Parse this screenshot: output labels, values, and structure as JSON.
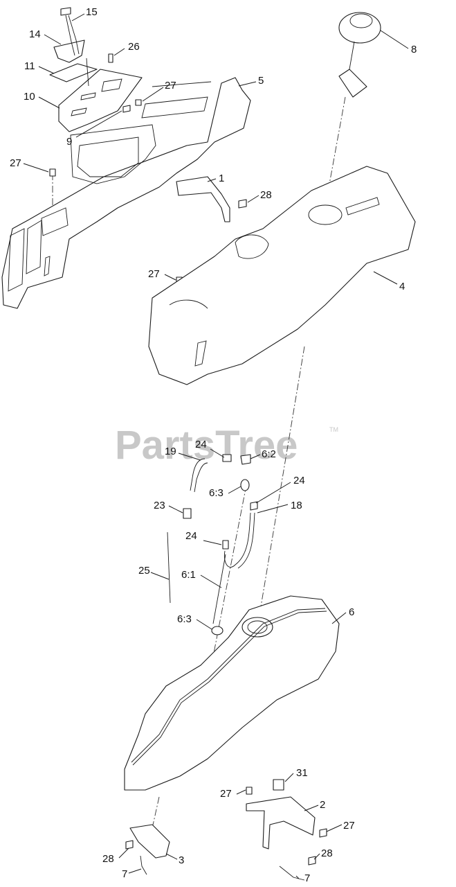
{
  "watermark": {
    "text": "PartsTree",
    "mark": "TM"
  },
  "callouts": {
    "c15": "15",
    "c14": "14",
    "c26": "26",
    "c11": "11",
    "c27a": "27",
    "c5": "5",
    "c10": "10",
    "c9": "9",
    "c27b": "27",
    "c1": "1",
    "c28a": "28",
    "c8": "8",
    "c4": "4",
    "c27c": "27",
    "c24a": "24",
    "c19": "19",
    "c62": "6:2",
    "c63a": "6:3",
    "c24b": "24",
    "c23": "23",
    "c18": "18",
    "c24c": "24",
    "c25": "25",
    "c61": "6:1",
    "c6": "6",
    "c63b": "6:3",
    "c31": "31",
    "c27d": "27",
    "c2": "2",
    "c27e": "27",
    "c28b": "28",
    "c28c": "28",
    "c3": "3",
    "c7a": "7",
    "c7b": "7"
  }
}
